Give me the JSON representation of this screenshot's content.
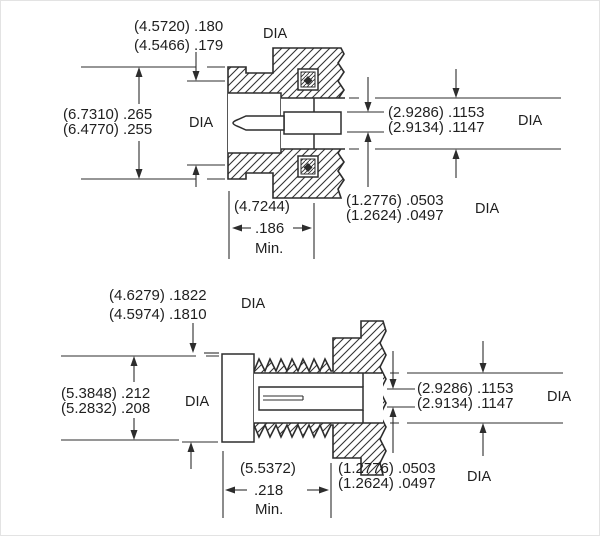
{
  "document": {
    "type": "connector-cross-section-drawing",
    "background": "#ffffff",
    "line_color": "#2d2d2d",
    "text_color": "#1f1f1f"
  },
  "diagrams": [
    {
      "id": "male-connector-section",
      "dims": {
        "front_dia": {
          "row1": "(4.5720) .180",
          "row2": "(4.5466) .179",
          "suffix": "DIA"
        },
        "outer_dia": {
          "row1": "(6.7310) .265",
          "row2": "(6.4770) .255",
          "suffix": "DIA"
        },
        "bore_dia": {
          "row1": "(2.9286) .1153",
          "row2": "(2.9134) .1147",
          "suffix": "DIA"
        },
        "pin_dia": {
          "row1": "(1.2776) .0503",
          "row2": "(1.2624) .0497",
          "suffix": "DIA"
        },
        "depth": {
          "row1": "(4.7244)",
          "row2": ".186",
          "row3": "Min."
        }
      }
    },
    {
      "id": "female-connector-section",
      "dims": {
        "thread_dia": {
          "row1": "(4.6279) .1822",
          "row2": "(4.5974) .1810",
          "suffix": "DIA"
        },
        "outer_dia": {
          "row1": "(5.3848) .212",
          "row2": "(5.2832) .208",
          "suffix": "DIA"
        },
        "bore_dia": {
          "row1": "(2.9286) .1153",
          "row2": "(2.9134) .1147",
          "suffix": "DIA"
        },
        "pin_dia": {
          "row1": "(1.2776) .0503",
          "row2": "(1.2624) .0497",
          "suffix": "DIA"
        },
        "depth": {
          "row1": "(5.5372)",
          "row2": ".218",
          "row3": "Min."
        }
      }
    }
  ]
}
